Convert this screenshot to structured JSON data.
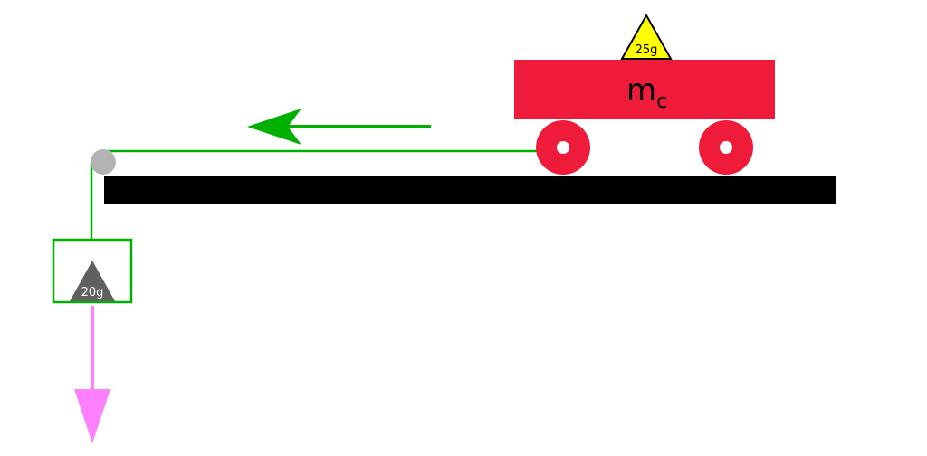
{
  "diagram": {
    "cart": {
      "label_main": "m",
      "label_sub": "c",
      "body_color": "#EE1C3A",
      "wheel_hub_color": "#FFFFFF"
    },
    "cart_weight": {
      "label": "25g",
      "fill_color": "#FFFF00",
      "stroke_color": "#000000"
    },
    "hanging_weight": {
      "label": "20g",
      "fill_color": "#606060",
      "text_color": "#FFFFFF",
      "box_stroke_color": "#00B000"
    },
    "track_color": "#000000",
    "pulley_color": "#B3B3B3",
    "string_color": "#00B000",
    "motion_arrow_color": "#00B000",
    "gravity_arrow_color": "#FF80FF"
  }
}
